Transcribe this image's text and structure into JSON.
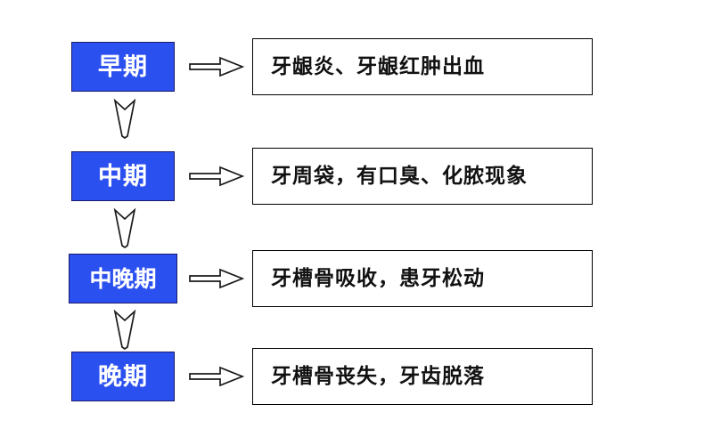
{
  "diagram": {
    "type": "vertical-flow",
    "title": "",
    "background_color": "#ffffff",
    "accent_color": "#2b50f0",
    "box_border_color": "#000000",
    "stage_text_color": "#ffffff",
    "arrow_right_icon": "hollow-right-arrow-icon",
    "arrow_down_icon": "hollow-down-chevron-icon",
    "stages": [
      {
        "label": "早期",
        "description": "牙龈炎、牙龈红肿出血",
        "char_count": 2
      },
      {
        "label": "中期",
        "description": "牙周袋，有口臭、化脓现象",
        "char_count": 2
      },
      {
        "label": "中晚期",
        "description": "牙槽骨吸收，患牙松动",
        "char_count": 3
      },
      {
        "label": "晚期",
        "description": "牙槽骨丧失，牙齿脱落",
        "char_count": 2
      }
    ],
    "connectors": [
      {
        "from": "早期",
        "to": "中期"
      },
      {
        "from": "中期",
        "to": "中晚期"
      },
      {
        "from": "中晚期",
        "to": "晚期"
      }
    ]
  }
}
